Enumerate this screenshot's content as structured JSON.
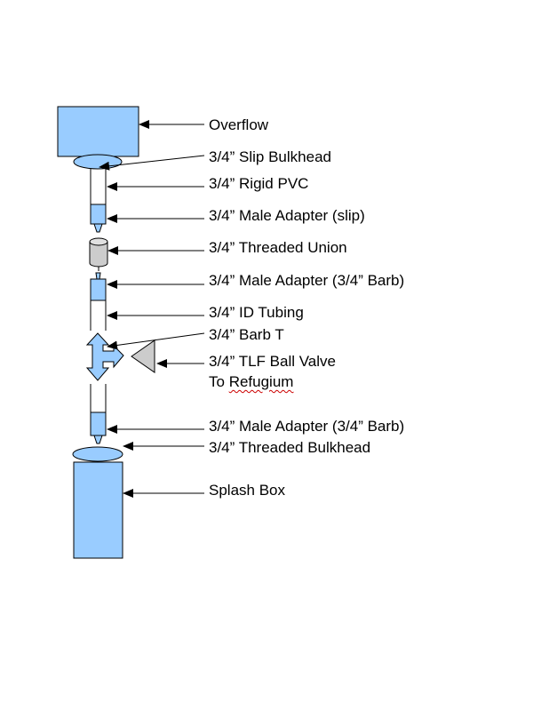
{
  "labels": {
    "overflow": "Overflow",
    "slip_bulkhead": "3/4” Slip Bulkhead",
    "rigid_pvc": "3/4” Rigid PVC",
    "male_adapter_slip": "3/4” Male Adapter (slip)",
    "threaded_union": "3/4” Threaded Union",
    "male_adapter_barb_1": "3/4” Male Adapter (3/4” Barb)",
    "id_tubing": "3/4” ID Tubing",
    "barb_t": "3/4” Barb T",
    "tlf_ball_valve": "3/4” TLF Ball Valve",
    "to_refugium_prefix": "To ",
    "to_refugium_word": "Refugium",
    "male_adapter_barb_2": "3/4” Male Adapter (3/4” Barb)",
    "threaded_bulkhead": "3/4” Threaded Bulkhead",
    "splash_box": "Splash Box"
  },
  "colors": {
    "blue_fill": "#99ccff",
    "gray_fill": "#cccccc",
    "stroke": "#000000"
  }
}
